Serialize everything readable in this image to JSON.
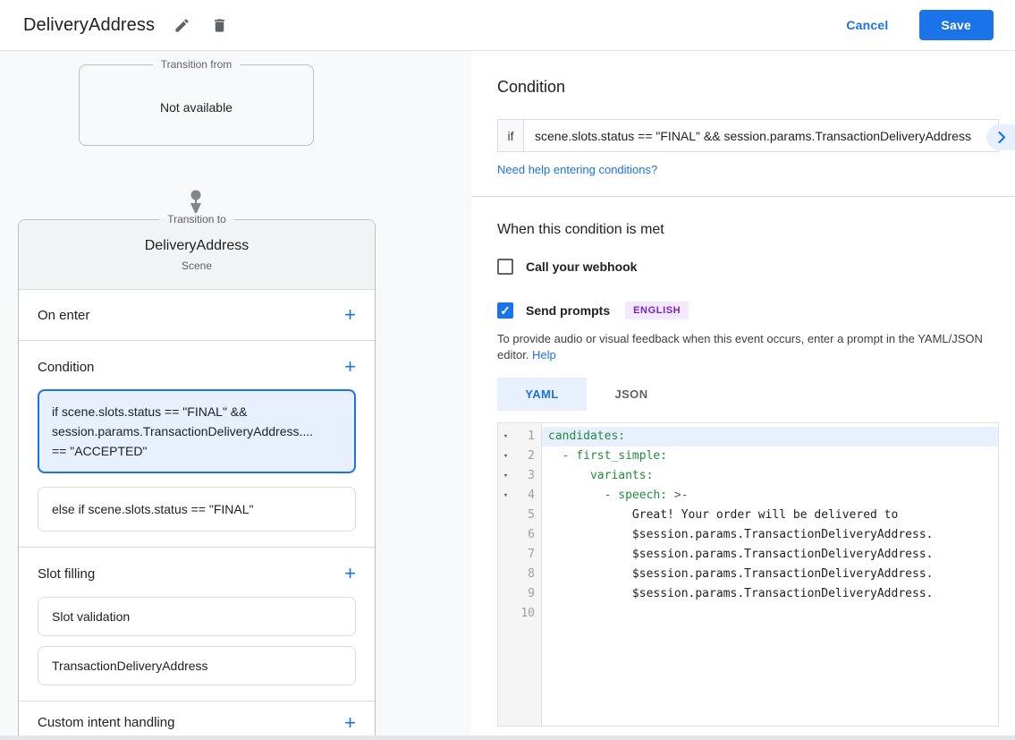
{
  "app": {
    "title": "DeliveryAddress",
    "cancel_label": "Cancel",
    "save_label": "Save"
  },
  "graph": {
    "from_legend": "Transition from",
    "from_value": "Not available",
    "to_legend": "Transition to",
    "scene_name": "DeliveryAddress",
    "scene_type": "Scene",
    "on_enter_label": "On enter",
    "condition_heading": "Condition",
    "conditions": [
      {
        "text": "if scene.slots.status == \"FINAL\" &&\nsession.params.TransactionDeliveryAddress....\n== \"ACCEPTED\"",
        "selected": true
      },
      {
        "text": "else if scene.slots.status == \"FINAL\"",
        "selected": false
      }
    ],
    "slot_heading": "Slot filling",
    "slots": [
      "Slot validation",
      "TransactionDeliveryAddress"
    ],
    "custom_intent_heading": "Custom intent handling"
  },
  "detail": {
    "heading": "Condition",
    "if_label": "if",
    "condition_value": "scene.slots.status == \"FINAL\" && session.params.TransactionDeliveryAddress",
    "help_link": "Need help entering conditions?",
    "when_heading": "When this condition is met",
    "webhook": {
      "label": "Call your webhook",
      "checked": false
    },
    "prompts": {
      "label": "Send prompts",
      "checked": true,
      "badge": "ENGLISH"
    },
    "hint_text": "To provide audio or visual feedback when this event occurs, enter a prompt in the YAML/JSON editor. ",
    "hint_link": "Help",
    "tabs": [
      {
        "label": "YAML",
        "active": true
      },
      {
        "label": "JSON",
        "active": false
      }
    ]
  },
  "editor": {
    "lines": [
      {
        "num": "1",
        "fold": true,
        "highlight": true,
        "tokens": [
          [
            "key",
            "candidates:"
          ]
        ]
      },
      {
        "num": "2",
        "fold": true,
        "tokens": [
          [
            "plain",
            "  "
          ],
          [
            "meta",
            "- "
          ],
          [
            "key",
            "first_simple:"
          ]
        ]
      },
      {
        "num": "3",
        "fold": true,
        "tokens": [
          [
            "plain",
            "      "
          ],
          [
            "key",
            "variants:"
          ]
        ]
      },
      {
        "num": "4",
        "fold": true,
        "tokens": [
          [
            "plain",
            "        "
          ],
          [
            "meta",
            "- "
          ],
          [
            "key",
            "speech:"
          ],
          [
            "meta",
            " >-"
          ]
        ]
      },
      {
        "num": "5",
        "tokens": [
          [
            "plain",
            "            Great! Your order will be delivered to"
          ]
        ]
      },
      {
        "num": "6",
        "tokens": [
          [
            "plain",
            "            $session.params.TransactionDeliveryAddress."
          ]
        ]
      },
      {
        "num": "7",
        "tokens": [
          [
            "plain",
            "            $session.params.TransactionDeliveryAddress."
          ]
        ]
      },
      {
        "num": "8",
        "tokens": [
          [
            "plain",
            "            $session.params.TransactionDeliveryAddress."
          ]
        ]
      },
      {
        "num": "9",
        "tokens": [
          [
            "plain",
            "            $session.params.TransactionDeliveryAddress."
          ]
        ]
      },
      {
        "num": "10",
        "tokens": []
      }
    ]
  },
  "colors": {
    "accent": "#1a73e8",
    "selected_bg": "#e8f0fe",
    "yaml_key_green": "#1e8e3e",
    "badge_text": "#7627bb",
    "badge_bg": "#f3e8fd"
  }
}
